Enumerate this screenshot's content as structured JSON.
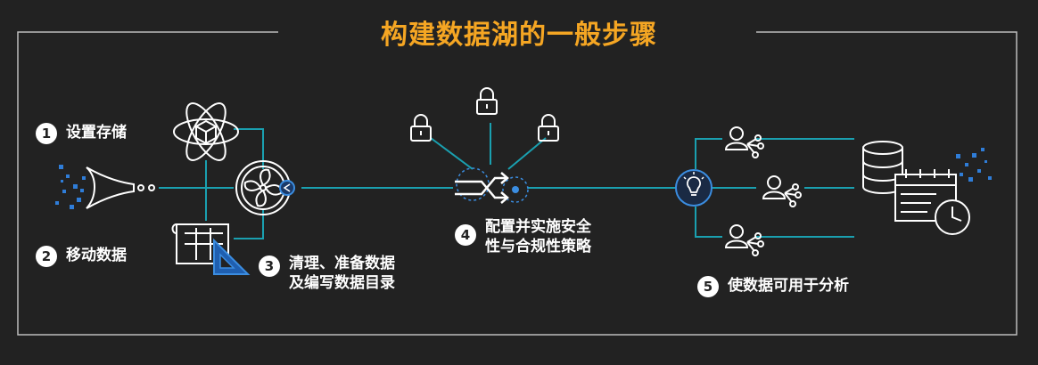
{
  "title": "构建数据湖的一般步骤",
  "steps": [
    {
      "num": "1",
      "label": "设置存储"
    },
    {
      "num": "2",
      "label": "移动数据"
    },
    {
      "num": "3",
      "label_line1": "清理、准备数据",
      "label_line2": "及编写数据目录"
    },
    {
      "num": "4",
      "label_line1": "配置并实施安全",
      "label_line2": "性与合规性策略"
    },
    {
      "num": "5",
      "label": "使数据可用于分析"
    }
  ],
  "colors": {
    "accent": "#1aa0b0",
    "title": "#f5a623",
    "background": "#222222"
  },
  "icons": [
    "atom-cube-icon",
    "funnel-icon",
    "fan-icon",
    "blueprint-icon",
    "lock-icon",
    "shuffle-icon",
    "lightbulb-icon",
    "user-network-icon",
    "database-icon",
    "calendar-clock-icon"
  ]
}
